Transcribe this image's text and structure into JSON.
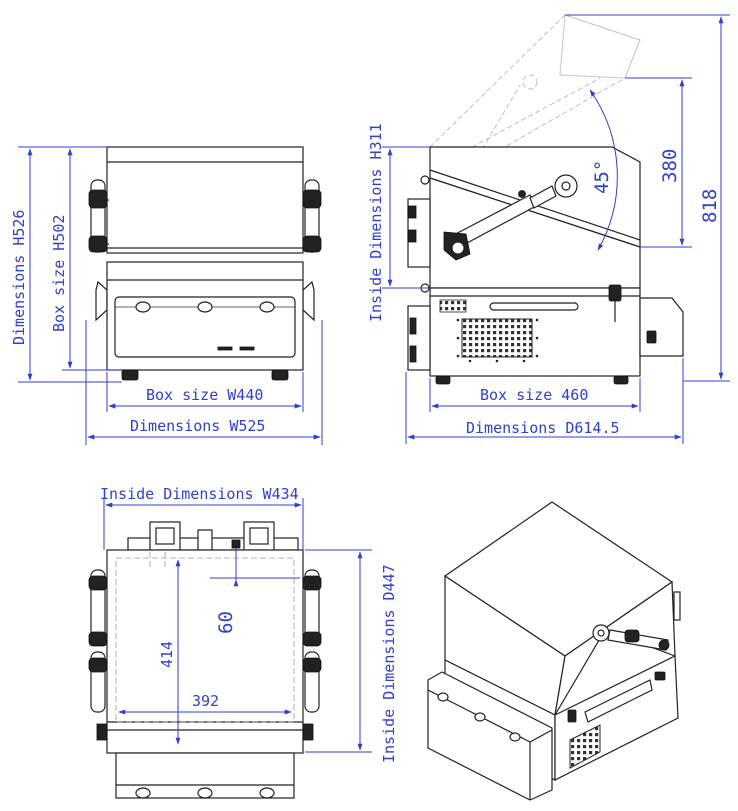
{
  "dimensions": {
    "front_height_overall": "Dimensions H526",
    "front_height_box": "Box size H502",
    "front_width_box": "Box size W440",
    "front_width_overall": "Dimensions W525",
    "side_inside_height": "Inside Dimensions H311",
    "side_angle": "45°",
    "side_height_380": "380",
    "side_height_818": "818",
    "side_depth_box": "Box size 460",
    "side_depth_overall": "Dimensions D614.5",
    "top_inside_width": "Inside Dimensions W434",
    "top_inside_depth": "Inside Dimensions D447",
    "top_dim_414": "414",
    "top_dim_60": "60",
    "top_dim_392": "392"
  },
  "colors": {
    "dimension": "#2f3fd0",
    "outline": "#222222",
    "ghost": "#bfbfbf"
  }
}
